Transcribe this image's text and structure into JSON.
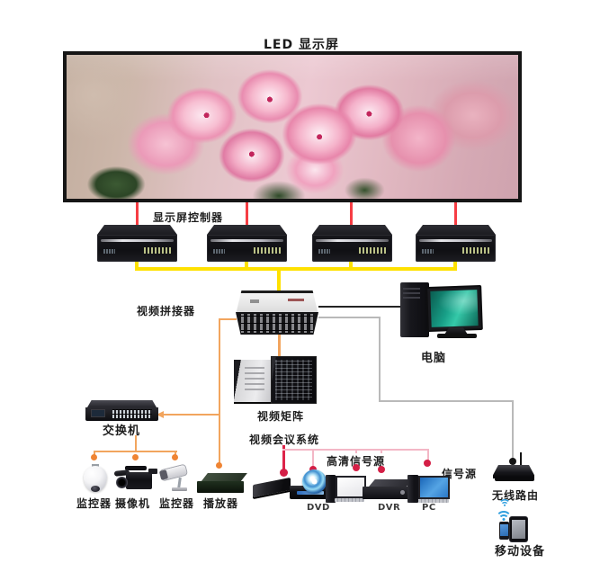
{
  "diagram_title": "LED 显示屏",
  "labels": {
    "controllers": "显示屏控制器",
    "splicer": "视频拼接器",
    "computer": "电脑",
    "matrix": "视频矩阵",
    "conference_system": "视频会议系统",
    "switch": "交换机",
    "hd_source": "高清信号源",
    "signal_source": "信号源",
    "router": "无线路由",
    "mobile": "移动设备"
  },
  "devices": {
    "controller_count": 4,
    "monitor1": {
      "label": "监控器"
    },
    "camera": {
      "label": "摄像机"
    },
    "monitor2": {
      "label": "监控器"
    },
    "player": {
      "label": "播放器"
    },
    "dvd": {
      "label": "DVD"
    },
    "dvr": {
      "label": "DVR"
    },
    "pc": {
      "label": "PC"
    }
  },
  "colors": {
    "display_link_line": "#f63d44",
    "controller_bus_line": "#ffe100",
    "peripheral_line": "#f2a55e",
    "peripheral_dot": "#ef8433",
    "conference_line": "#dd2449",
    "conference_branch_line": "#f3b7c6",
    "pc_link_line": "#242424",
    "router_line": "#b9b9b9"
  }
}
